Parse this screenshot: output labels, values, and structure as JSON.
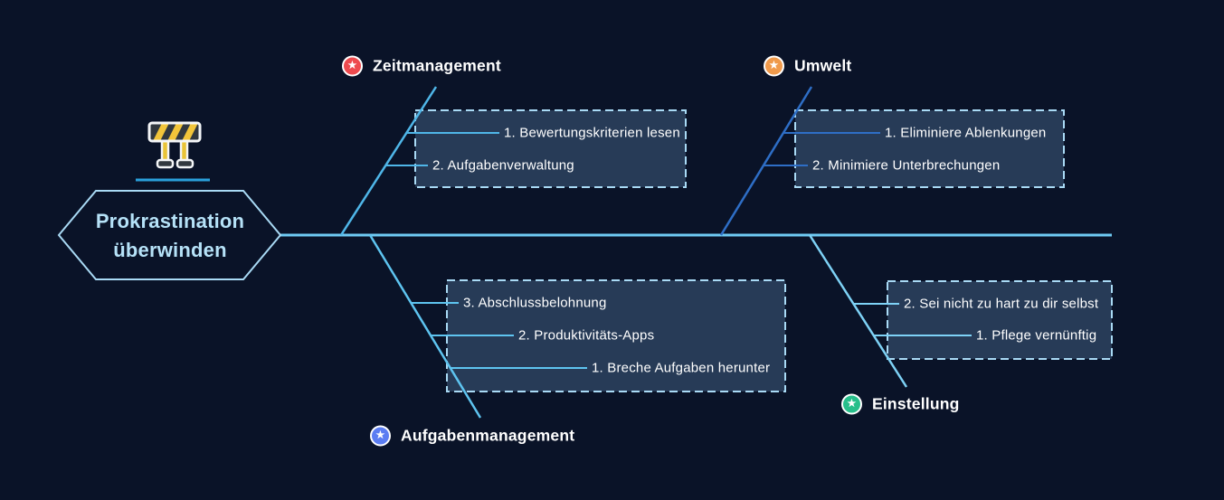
{
  "diagram": {
    "type": "fishbone",
    "head": {
      "title": "Prokrastination überwinden",
      "icon": "construction-barrier-icon"
    },
    "icons": {
      "star": "★"
    },
    "branches": [
      {
        "label": "Zeitmanagement",
        "position": "top-left",
        "icon_color": "#ee4a4e",
        "line_color": "#4fb6e8",
        "items": [
          "1. Bewertungskriterien lesen",
          "2. Aufgabenverwaltung"
        ]
      },
      {
        "label": "Umwelt",
        "position": "top-right",
        "icon_color": "#f09a4b",
        "line_color": "#2e6ec6",
        "items": [
          "1. Eliminiere Ablenkungen",
          "2. Minimiere Unterbrechungen"
        ]
      },
      {
        "label": "Aufgabenmanagement",
        "position": "bottom-left",
        "icon_color": "#5b7df2",
        "line_color": "#5ec4f0",
        "items": [
          "3. Abschlussbelohnung",
          "2. Produktivitäts-Apps",
          "1. Breche Aufgaben herunter"
        ]
      },
      {
        "label": "Einstellung",
        "position": "bottom-right",
        "icon_color": "#27bf8b",
        "line_color": "#7ed2f6",
        "items": [
          "2. Sei nicht zu hart zu dir selbst",
          "1. Pflege vernünftig"
        ]
      }
    ],
    "colors": {
      "background": "#0a1328",
      "spine": "#6fcbf4",
      "box_fill": "#273b57",
      "box_border": "#a9daf5",
      "head_border": "#a9daf5",
      "head_text": "#b6e2f8",
      "item_text": "#ffffff",
      "divider": "#2aa0db"
    }
  }
}
